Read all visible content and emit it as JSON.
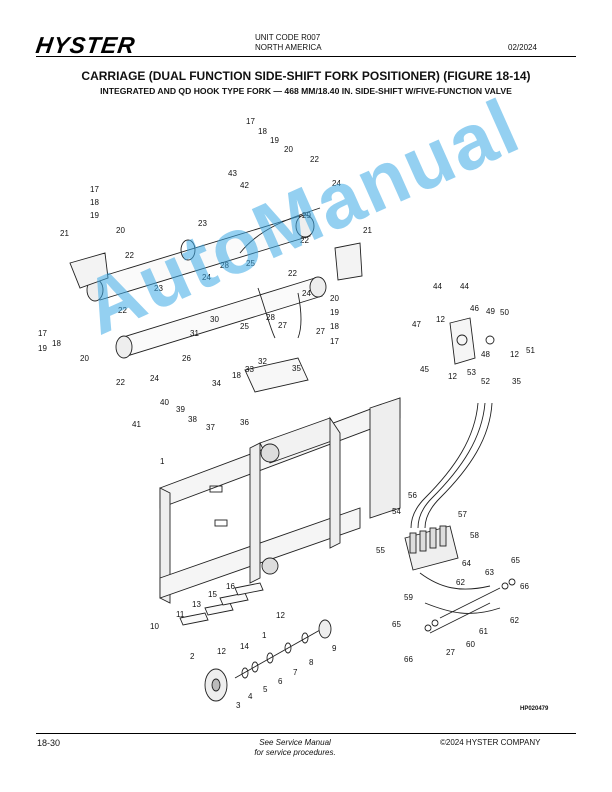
{
  "header": {
    "logo": "HYSTER",
    "unit_code": "UNIT CODE R007",
    "region": "NORTH AMERICA",
    "date": "02/2024"
  },
  "title": {
    "main": "CARRIAGE (DUAL FUNCTION SIDE-SHIFT FORK POSITIONER) (FIGURE 18-14)",
    "sub": "INTEGRATED AND QD HOOK TYPE FORK — 468 MM/18.40 IN. SIDE-SHIFT W/FIVE-FUNCTION VALVE"
  },
  "figure_id": "HP020479",
  "watermark": "AutoManual",
  "footer": {
    "page": "18-30",
    "see_line1": "See Service Manual",
    "see_line2": "for service procedures.",
    "copyright": "©2024 HYSTER COMPANY"
  }
}
